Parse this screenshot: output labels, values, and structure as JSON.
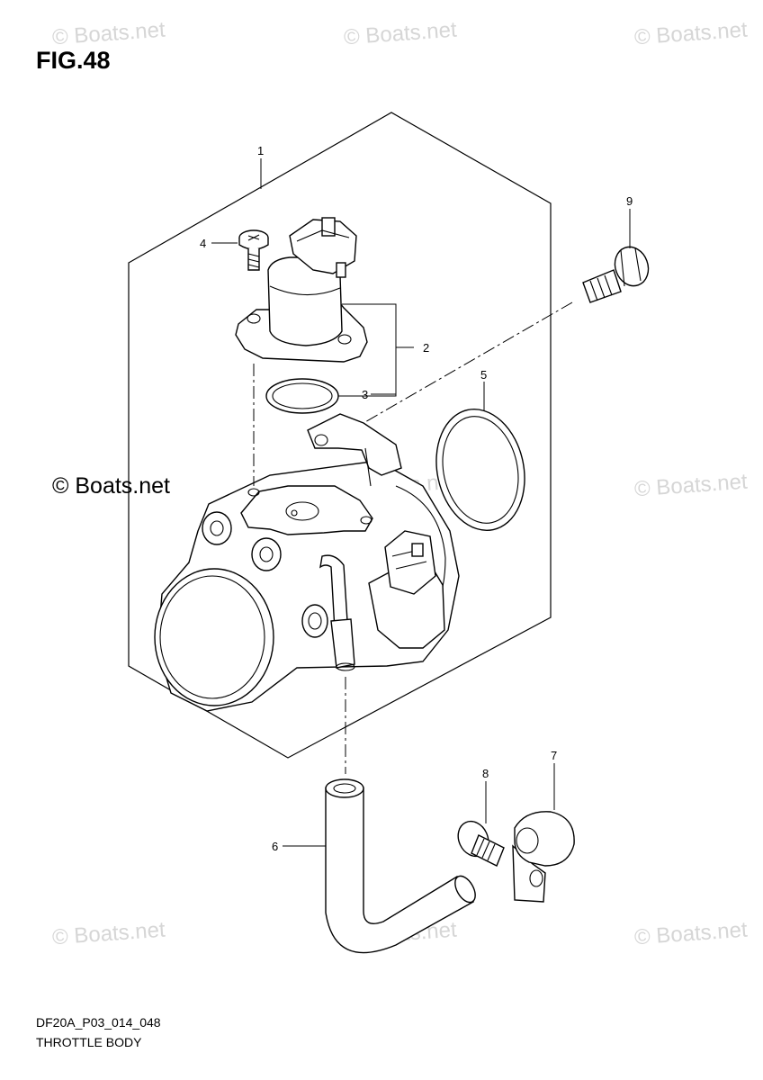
{
  "figure": {
    "title": "FIG.48"
  },
  "footer": {
    "code": "DF20A_P03_014_048",
    "name": "THROTTLE BODY"
  },
  "watermark": {
    "faint_text": "© Boats.net",
    "dark_text": "© Boats.net"
  },
  "callouts": [
    "1",
    "2",
    "3",
    "4",
    "5",
    "6",
    "7",
    "8",
    "9"
  ],
  "colors": {
    "line": "#000000",
    "watermark": "#d6d6d6",
    "background": "#ffffff"
  }
}
